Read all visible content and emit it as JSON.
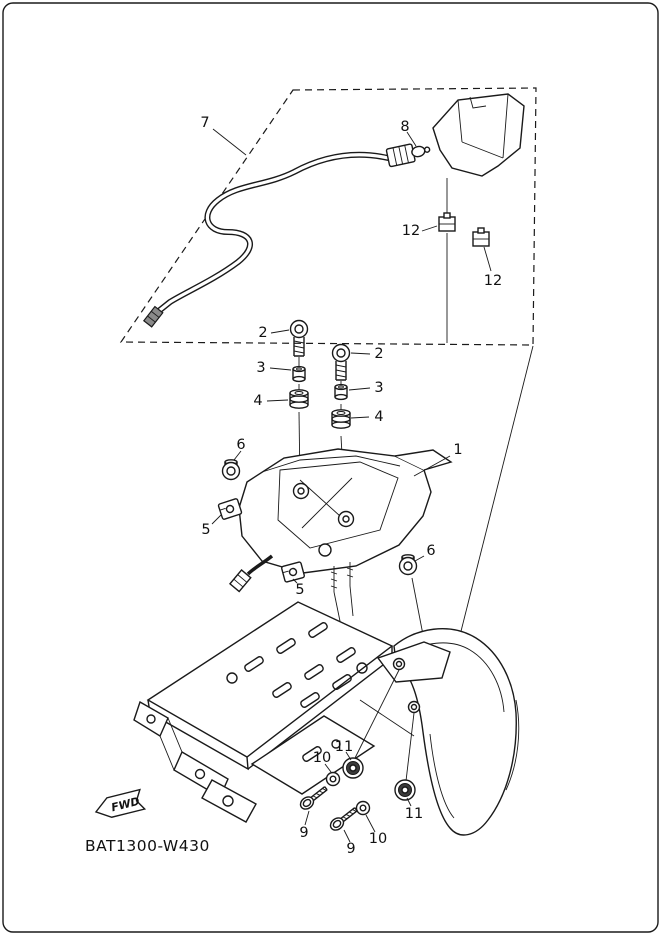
{
  "diagram": {
    "code": "BAT1300-W430",
    "fwd_label": "FWD",
    "callouts": {
      "c1": "1",
      "c2a": "2",
      "c2b": "2",
      "c3a": "3",
      "c3b": "3",
      "c4a": "4",
      "c4b": "4",
      "c5a": "5",
      "c5b": "5",
      "c6a": "6",
      "c6b": "6",
      "c7": "7",
      "c8": "8",
      "c9a": "9",
      "c9b": "9",
      "c10a": "10",
      "c10b": "10",
      "c11a": "11",
      "c11b": "11",
      "c12a": "12",
      "c12b": "12"
    },
    "colors": {
      "line": "#1a1a1a",
      "background": "#ffffff",
      "dark_fill": "#3a3a3a"
    }
  }
}
